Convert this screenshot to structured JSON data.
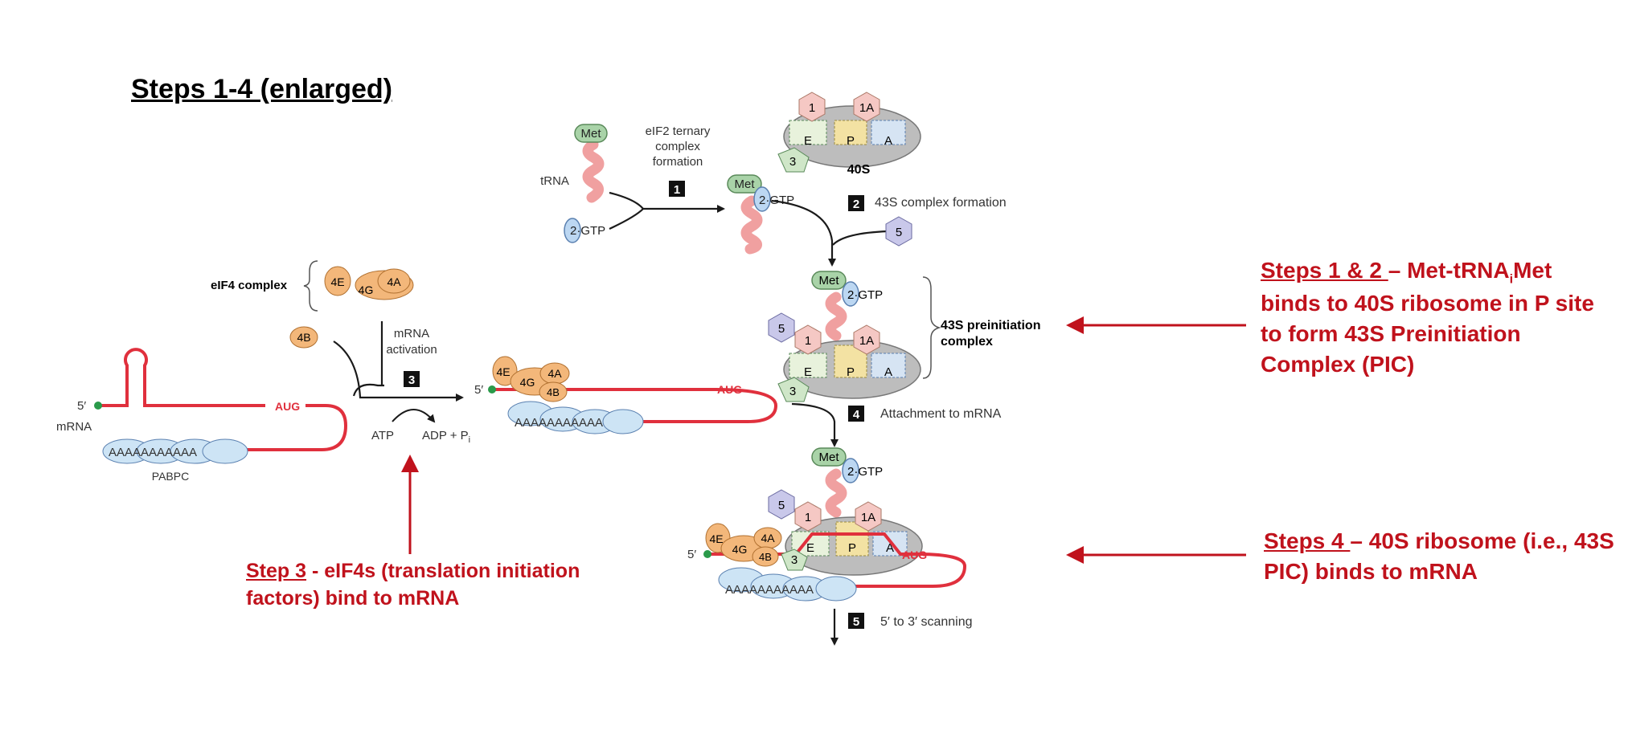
{
  "title": "Steps 1-4 (enlarged)",
  "colors": {
    "annotation_red": "#c0121c",
    "mrna_red": "#e0303d",
    "met_green": "#a9d3a8",
    "eif4_orange": "#f3b77a",
    "pabpc_blue": "#cde4f5",
    "eif5_lilac": "#c9c8ea",
    "ribosome_gray": "#bdbdbd"
  },
  "diagram": {
    "met": "Met",
    "trna": "tRNA",
    "gtp_full": "2·GTP",
    "gtp": "GTP",
    "eif2": "2",
    "step1_line1": "eIF2 ternary",
    "step1_line2": "complex",
    "step1_line3": "formation",
    "step1_num": "1",
    "step2_num": "2",
    "step2_label": "43S complex formation",
    "step3_num": "3",
    "step3_line1": "mRNA",
    "step3_line2": "activation",
    "step4_num": "4",
    "step4_label": "Attachment to mRNA",
    "step5_num": "5",
    "step5_label": "5′ to 3′ scanning",
    "subunit_40s": "40S",
    "eif1": "1",
    "eif1a": "1A",
    "eif3": "3",
    "eif5": "5",
    "site_e": "E",
    "site_p": "P",
    "site_a": "A",
    "eif4_complex": "eIF4 complex",
    "eif4e": "4E",
    "eif4g": "4G",
    "eif4a": "4A",
    "eif4b": "4B",
    "five_prime": "5′",
    "mrna": "mRNA",
    "aug": "AUG",
    "poly_a": "AAAAAAAAAAA",
    "pabpc": "PABPC",
    "atp": "ATP",
    "adp_pi": "ADP + P",
    "pi_sub": "i",
    "preinit_line1": "43S preinitiation",
    "preinit_line2": "complex"
  },
  "annotations": {
    "steps12_head": "Steps 1 & 2 ",
    "steps12_text": "– Met-tRNA",
    "steps12_sub": "i",
    "steps12_tail": "Met binds to 40S ribosome in P site to form 43S Preinitiation Complex (PIC)",
    "step3_head": "Step 3",
    "step3_text": " - eIF4s (translation initiation factors) bind to mRNA",
    "step4_head": "Steps 4 ",
    "step4_text": "– 40S ribosome (i.e., 43S PIC) binds to mRNA"
  }
}
